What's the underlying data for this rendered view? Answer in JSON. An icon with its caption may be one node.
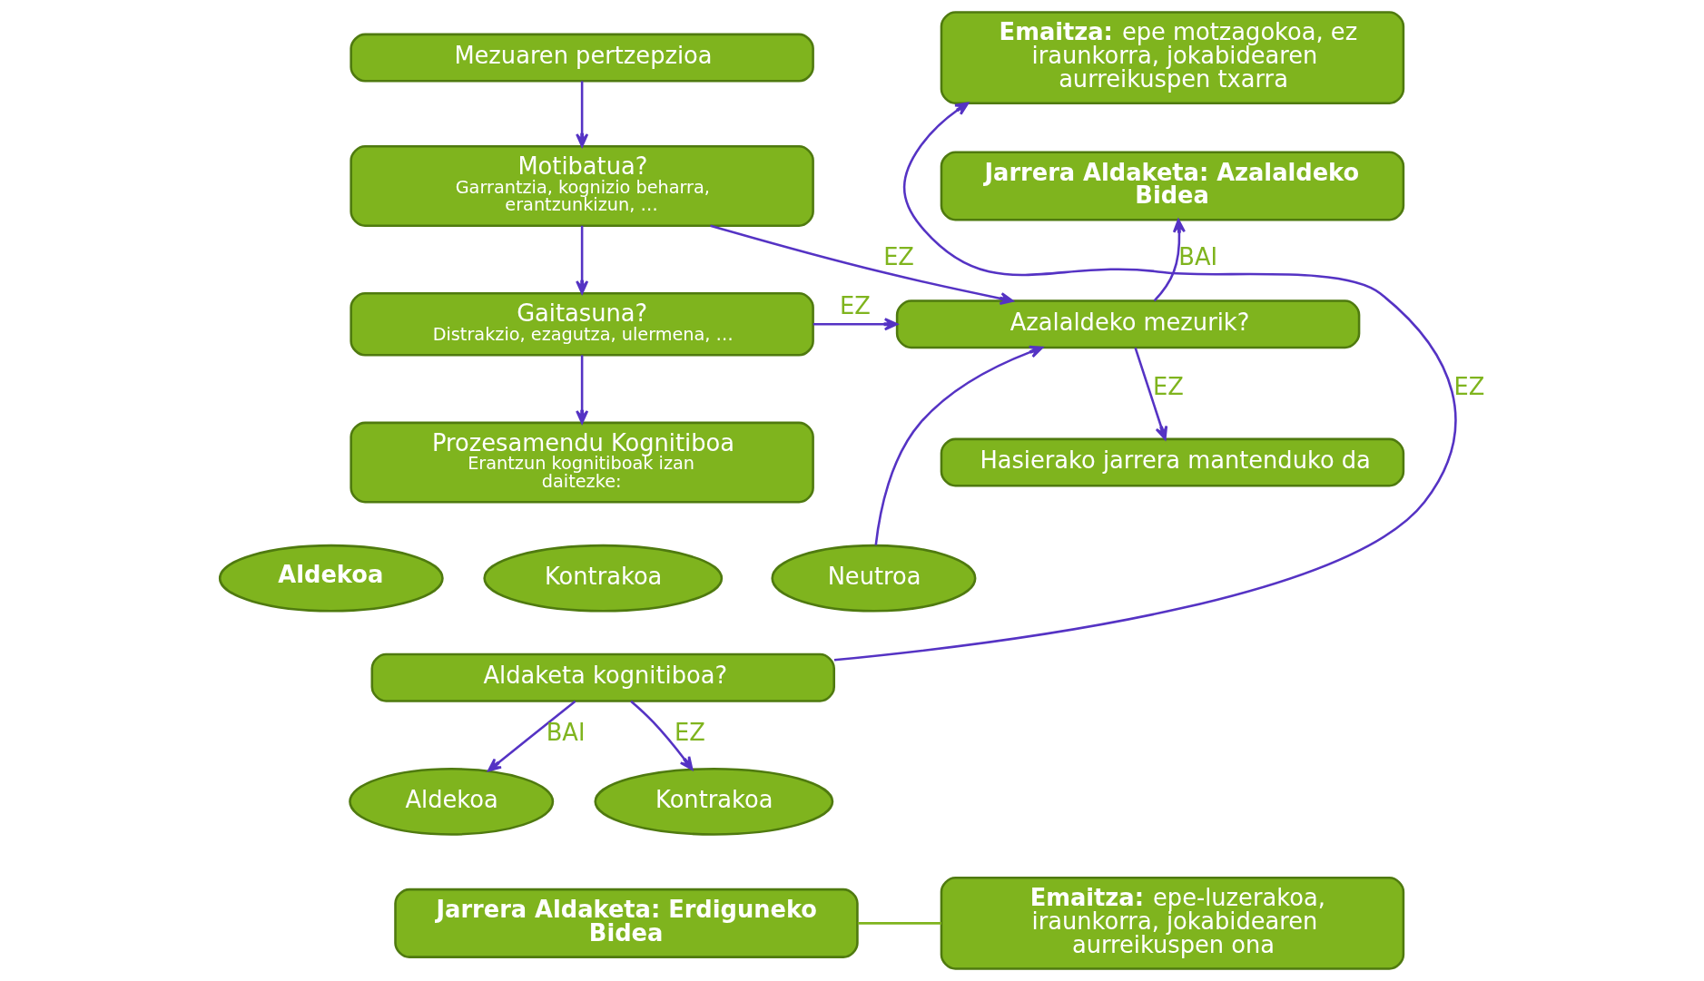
{
  "diagram": {
    "nodes": [
      {
        "text": [
          "Mezuaren pertzepzioa"
        ]
      },
      {
        "text": [
          "Motibatua?",
          "Garrantzia, kognizio beharra, erantzunkizun, …"
        ]
      },
      {
        "text": [
          "Gaitasuna?",
          "Distrakzio, ezagutza, ulermena, …"
        ]
      },
      {
        "text": [
          "Prozesamendu Kognitiboa",
          "Erantzun kognitiboak izan daitezke:"
        ]
      },
      {
        "text": [
          "Aldekoa"
        ]
      },
      {
        "text": [
          "Kontrakoa"
        ]
      },
      {
        "text": [
          "Neutroa"
        ]
      },
      {
        "text": [
          "Aldaketa kognitiboa?"
        ]
      },
      {
        "text": [
          "Aldekoa"
        ]
      },
      {
        "text": [
          "Kontrakoa"
        ]
      },
      {
        "text": [
          "Jarrera Aldaketa: Erdiguneko Bidea"
        ]
      },
      {
        "text": [
          "**Emaitza:** epe-luzerakoa, iraunkorra, jokabidearen aurreikuspen ona"
        ]
      },
      {
        "text": [
          "**Emaitza:** epe motzagokoa, ez iraunkorra, jokabidearen aurreikuspen txarra"
        ]
      },
      {
        "text": [
          "Jarrera Aldaketa: Azalaldeko Bidea"
        ]
      },
      {
        "text": [
          "Azalaldeko mezurik?"
        ]
      },
      {
        "text": [
          "Hasierako jarrera mantenduko da"
        ]
      }
    ],
    "edges": [
      {
        "from": 0,
        "to": 1,
        "arrow": "to"
      },
      {
        "from": 1,
        "to": 2,
        "arrow": "to"
      },
      {
        "from": 2,
        "to": 3,
        "arrow": "to"
      },
      {
        "from": 1,
        "to": 14,
        "arrow": "to",
        "label": "EZ"
      },
      {
        "from": 2,
        "to": 14,
        "arrow": "to",
        "label": "EZ"
      },
      {
        "from": 6,
        "to": 14,
        "arrow": "to"
      },
      {
        "from": 7,
        "to": 12,
        "arrow": "to",
        "label": "EZ"
      },
      {
        "from": 7,
        "to": 8,
        "arrow": "to",
        "label": "BAI"
      },
      {
        "from": 7,
        "to": 9,
        "arrow": "to",
        "label": "EZ"
      },
      {
        "from": 14,
        "to": 13,
        "arrow": "to",
        "label": "BAI"
      },
      {
        "from": 14,
        "to": 15,
        "arrow": "to",
        "label": "EZ"
      },
      {
        "from": 10,
        "to": 11,
        "arrow": "none",
        "color": "#7fb41e"
      }
    ]
  }
}
